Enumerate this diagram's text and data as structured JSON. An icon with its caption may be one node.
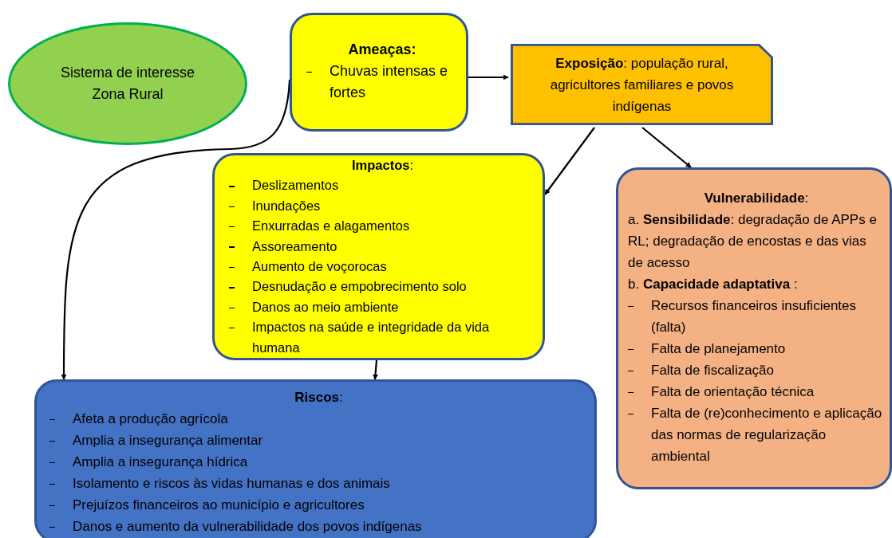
{
  "diagram": {
    "nodes": [
      {
        "text": [
          "Sistema de interesse",
          "Zona Rural"
        ]
      },
      {
        "text": [
          "Ameaças:",
          "Chuvas intensas e fortes"
        ]
      },
      {
        "text": [
          "**Exposição**: população rural, agricultores familiares e povos indígenas"
        ]
      },
      {
        "text": [
          "**Impactos**:",
          "Deslizamentos",
          "Inundações",
          "Enxurradas e alagamentos",
          "Assoreamento",
          "Aumento de voçorocas",
          "Desnudação e empobrecimento solo",
          "Danos ao meio ambiente",
          "Impactos na saúde e integridade da vida humana"
        ]
      },
      {
        "text": [
          "**Vulnerabilidade**:",
          "a. **Sensibilidade**: degradação de APPs e RL; degradação de encostas e das vias de acesso",
          "b. **Capacidade adaptativa** :",
          "Recursos financeiros insuficientes (falta)",
          "Falta de planejamento",
          "Falta de fiscalização",
          "Falta de orientação técnica",
          "Falta de (re)conhecimento e aplicação das normas de regularização ambiental"
        ]
      },
      {
        "text": [
          "**Riscos**:",
          "Afeta a produção agrícola",
          "Amplia a insegurança alimentar",
          "Amplia a insegurança hídrica",
          "Isolamento e riscos às vidas humanas e dos animais",
          "Prejuízos financeiros ao município e agricultores",
          "Danos e aumento da vulnerabilidade dos povos indígenas"
        ]
      }
    ],
    "edges": [
      {
        "from": 1,
        "to": 5,
        "arrow": "to"
      },
      {
        "from": 1,
        "to": 2,
        "arrow": "to"
      },
      {
        "from": 2,
        "to": 3,
        "arrow": "to"
      },
      {
        "from": 2,
        "to": 4,
        "arrow": "to"
      },
      {
        "from": 3,
        "to": 5,
        "arrow": "to"
      }
    ]
  }
}
